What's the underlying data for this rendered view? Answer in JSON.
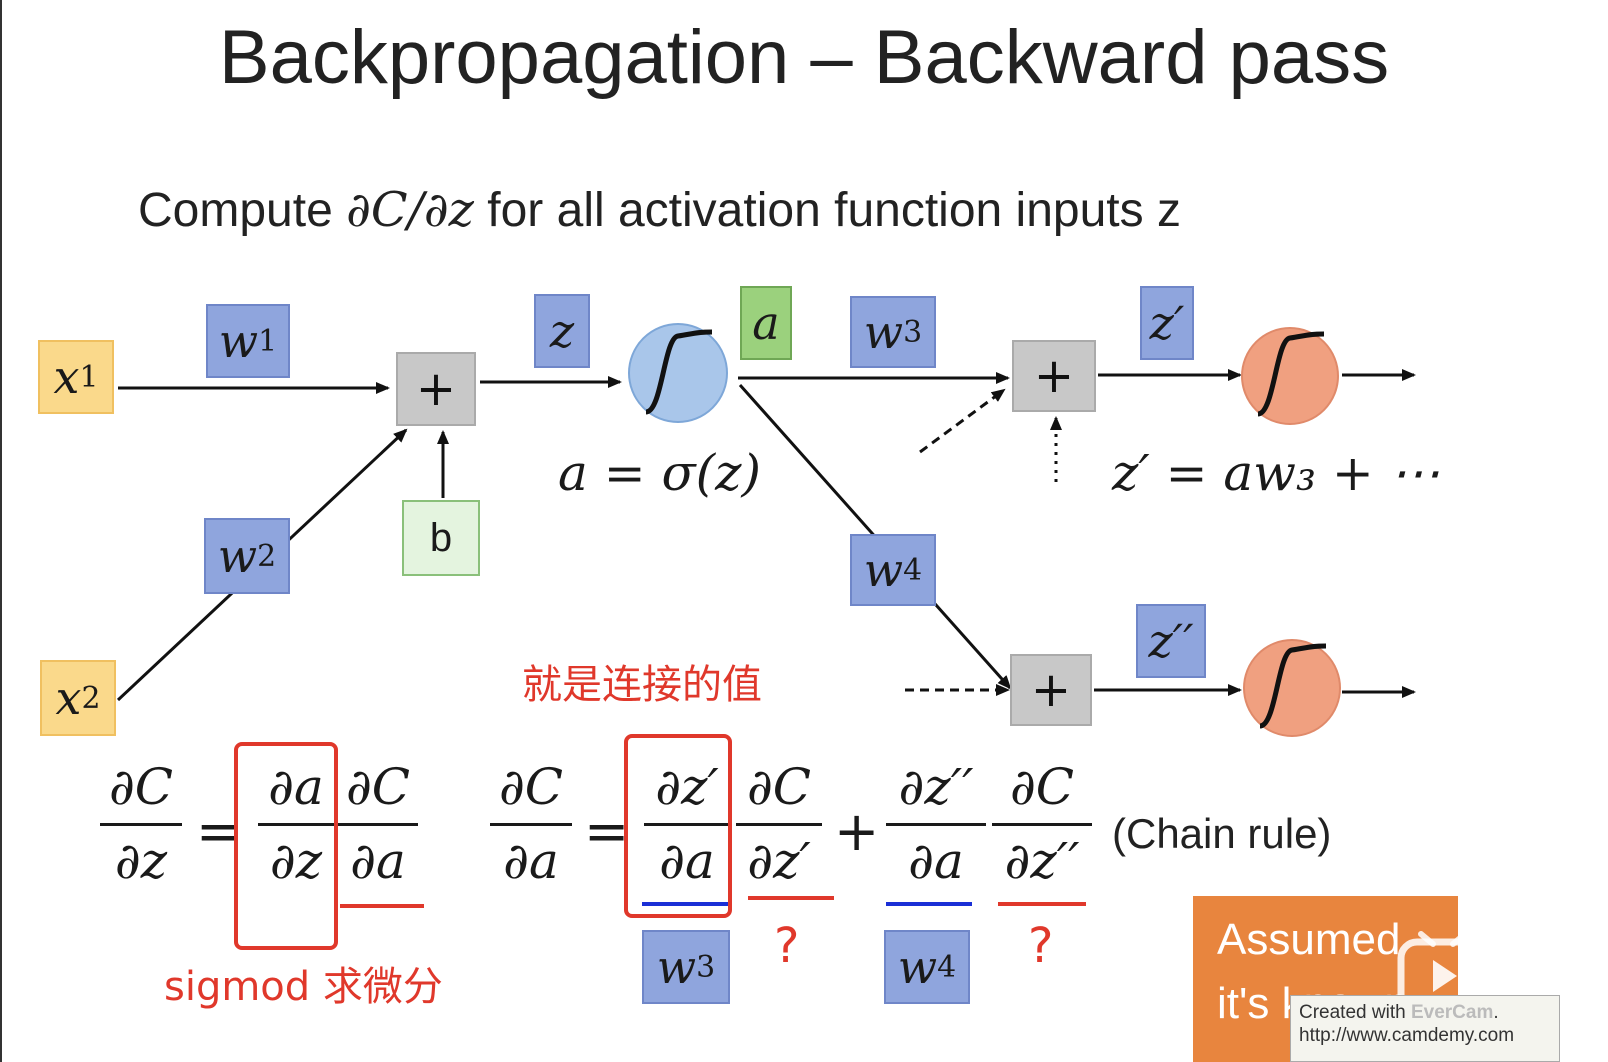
{
  "title": "Backpropagation – Backward pass",
  "subtitle": {
    "prefix": "Compute ",
    "expr": "∂C/∂z",
    "suffix": " for all activation function inputs z"
  },
  "nodes": {
    "x1": {
      "base": "x",
      "sub": "1"
    },
    "x2": {
      "base": "x",
      "sub": "2"
    },
    "w1": {
      "base": "w",
      "sub": "1"
    },
    "w2": {
      "base": "w",
      "sub": "2"
    },
    "w3": {
      "base": "w",
      "sub": "3"
    },
    "w4": {
      "base": "w",
      "sub": "4"
    },
    "z": "z",
    "a": "a",
    "b": "b",
    "z_prime": "z′",
    "z_dprime": "z′′",
    "plus": "+"
  },
  "equations": {
    "a_sigma": "a = σ(z)",
    "z_prime_eq": "z′ = aw₃ + ⋯",
    "chain_rule_label": "(Chain rule)",
    "eq1": {
      "lhs_num": "∂C",
      "lhs_den": "∂z",
      "t1_num": "∂a",
      "t1_den": "∂z",
      "t2_num": "∂C",
      "t2_den": "∂a"
    },
    "eq2": {
      "lhs_num": "∂C",
      "lhs_den": "∂a",
      "t1_num": "∂z′",
      "t1_den": "∂a",
      "t2_num": "∂C",
      "t2_den": "∂z′",
      "t3_num": "∂z′′",
      "t3_den": "∂a",
      "t4_num": "∂C",
      "t4_den": "∂z′′"
    },
    "equals": "=",
    "plus": "+"
  },
  "annotations": {
    "sigmoid_note": "sigmod 求微分",
    "weight_note": "就是连接的值",
    "question_mark": "?",
    "w3_label": {
      "base": "w",
      "sub": "3"
    },
    "w4_label": {
      "base": "w",
      "sub": "4"
    }
  },
  "callout": {
    "line1": "Assumed",
    "line2": "it's known"
  },
  "watermark": {
    "prefix": "Created with ",
    "brand": "EverCam",
    "suffix": ".",
    "url": "http://www.camdemy.com"
  },
  "colors": {
    "yellow": "#fad98b",
    "blue": "#8fa5dd",
    "green": "#9bd17d",
    "grey": "#c8c8c8",
    "neuron_blue": "#a9c6ea",
    "neuron_orange": "#f0a080",
    "red": "#e0382b",
    "underline_blue": "#1a2fd6",
    "callout_orange": "#e8853e"
  }
}
